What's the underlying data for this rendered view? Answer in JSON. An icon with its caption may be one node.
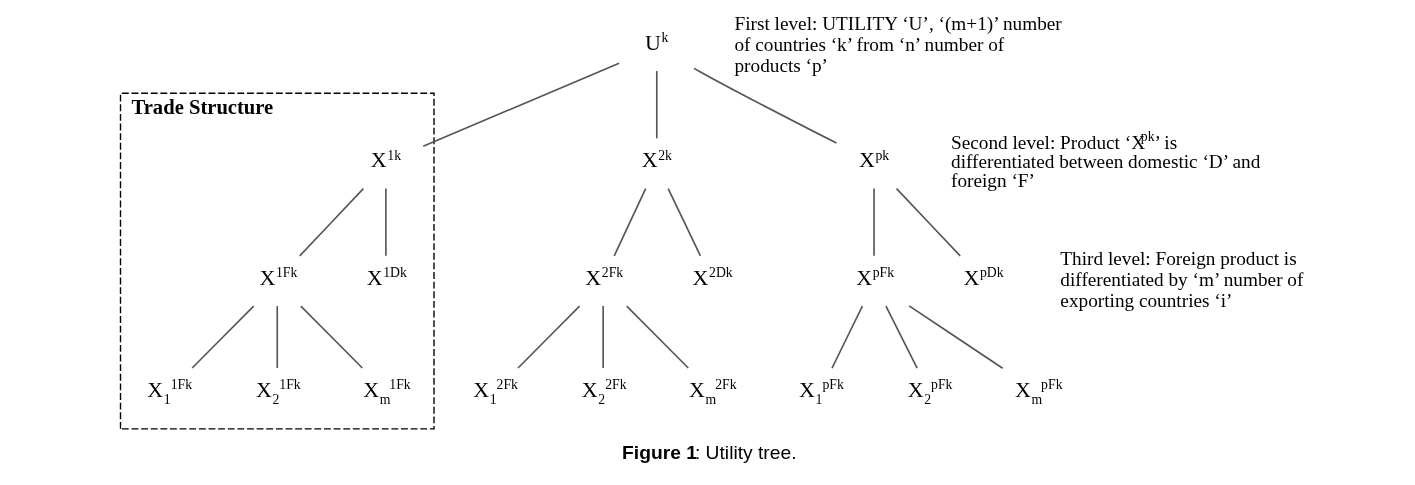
{
  "diagram": {
    "caption": "**Figure 1**: Utility tree.",
    "nodes": [
      {
        "text": [
          "U$^{k}$"
        ]
      },
      {
        "text": [
          "Trade Structure"
        ]
      },
      {
        "text": [
          "X$^{1k}$"
        ],
        "in": 1
      },
      {
        "text": [
          "X$^{1Fk}$"
        ],
        "in": 1
      },
      {
        "text": [
          "X$^{1Dk}$"
        ],
        "in": 1
      },
      {
        "text": [
          "X$_{1}$$^{1Fk}$"
        ],
        "in": 1
      },
      {
        "text": [
          "X$_{2}$$^{1Fk}$"
        ],
        "in": 1
      },
      {
        "text": [
          "X$_{m}$$^{1Fk}$"
        ],
        "in": 1
      },
      {
        "text": [
          "X$^{2k}$"
        ]
      },
      {
        "text": [
          "X$^{2Fk}$"
        ]
      },
      {
        "text": [
          "X$^{2Dk}$"
        ]
      },
      {
        "text": [
          "X$_{1}$$^{2Fk}$"
        ]
      },
      {
        "text": [
          "X$_{2}$$^{2Fk}$"
        ]
      },
      {
        "text": [
          "X$_{m}$$^{2Fk}$"
        ]
      },
      {
        "text": [
          "X$^{pk}$"
        ]
      },
      {
        "text": [
          "X$^{pFk}$"
        ]
      },
      {
        "text": [
          "X$^{pDk}$"
        ]
      },
      {
        "text": [
          "X$_{1}$$^{pFk}$"
        ]
      },
      {
        "text": [
          "X$_{2}$$^{pFk}$"
        ]
      },
      {
        "text": [
          "X$_{m}$$^{pFk}$"
        ]
      }
    ],
    "edges": [
      {
        "from": 0,
        "to": 2,
        "arrow": "none"
      },
      {
        "from": 0,
        "to": 8,
        "arrow": "none"
      },
      {
        "from": 0,
        "to": 14,
        "arrow": "none"
      },
      {
        "from": 2,
        "to": 3,
        "arrow": "none"
      },
      {
        "from": 2,
        "to": 4,
        "arrow": "none"
      },
      {
        "from": 3,
        "to": 5,
        "arrow": "none"
      },
      {
        "from": 3,
        "to": 6,
        "arrow": "none"
      },
      {
        "from": 3,
        "to": 7,
        "arrow": "none"
      },
      {
        "from": 8,
        "to": 9,
        "arrow": "none"
      },
      {
        "from": 8,
        "to": 10,
        "arrow": "none"
      },
      {
        "from": 9,
        "to": 11,
        "arrow": "none"
      },
      {
        "from": 9,
        "to": 12,
        "arrow": "none"
      },
      {
        "from": 9,
        "to": 13,
        "arrow": "none"
      },
      {
        "from": 14,
        "to": 15,
        "arrow": "none"
      },
      {
        "from": 14,
        "to": 16,
        "arrow": "none"
      },
      {
        "from": 15,
        "to": 17,
        "arrow": "none"
      },
      {
        "from": 15,
        "to": 18,
        "arrow": "none"
      },
      {
        "from": 15,
        "to": 19,
        "arrow": "none"
      }
    ],
    "labels": [
      "First level: UTILITY ‘U’, ‘(m+1)’ number of countries ‘k’ from ‘n’ number of products ‘p’",
      "Second level: Product ‘X$^{pk}$’ is differentiated between domestic ‘D’ and foreign ‘F’",
      "Third level: Foreign product is differentiated by ‘m’ number of exporting countries ‘i’"
    ]
  }
}
